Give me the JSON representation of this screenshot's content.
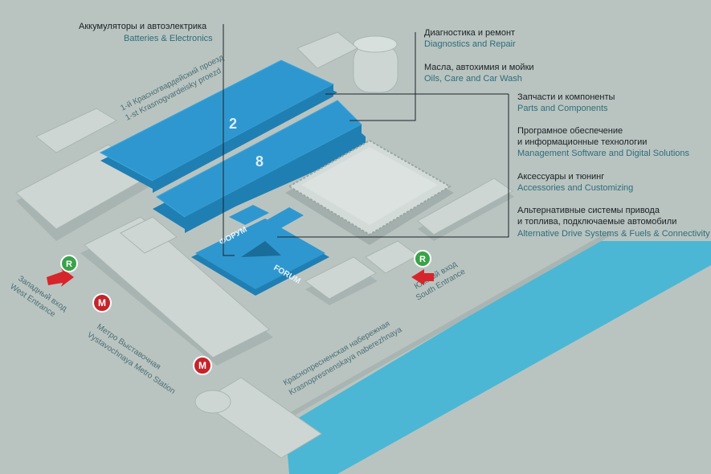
{
  "legend_labels": [
    {
      "ru": "Аккумуляторы и автоэлектрика",
      "en": "Batteries & Electronics"
    },
    {
      "ru": "Диагностика и ремонт",
      "en": "Diagnostics and Repair"
    },
    {
      "ru": "Масла, автохимия и мойки",
      "en": "Oils, Care and Car Wash"
    },
    {
      "ru": "Запчасти и компоненты",
      "en": "Parts and Components"
    },
    {
      "ru": "Програмное обеспечение",
      "ru2": "и информационные технологии",
      "en": "Management Software and Digital Solutions"
    },
    {
      "ru": "Аксессуары и тюнинг",
      "en": "Accessories and Customizing"
    },
    {
      "ru": "Альтернативные системы привода",
      "ru2": "и топлива, подключаемые автомобили",
      "en": "Alternative Drive Systems & Fuels & Connectivity"
    }
  ],
  "halls": {
    "hall_2": "2",
    "hall_8": "8"
  },
  "forum": {
    "ru": "ФОРУМ",
    "en": "FORUM"
  },
  "streets": {
    "proezd_ru": "1-й Красногвардейский проезд",
    "proezd_en": "1-st Krasnogvardeisky proezd",
    "naberezhnaya_ru": "Краснопресненская набережная",
    "naberezhnaya_en": "Krasnopresnenskaya naberezhnaya",
    "metro_ru": "Метро Выставочная",
    "metro_en": "Vystavochnaya Metro Station"
  },
  "entrances": {
    "west_ru": "Западный вход",
    "west_en": "West Entrance",
    "south_ru": "Южный вход",
    "south_en": "South Entrance"
  },
  "markers": {
    "parking": "R",
    "metro": "M"
  },
  "colors": {
    "background": "#b9c4c1",
    "hall": "#2f97cf",
    "parking": "#3aa24a",
    "metro": "#c4242a",
    "arrow": "#d6262b",
    "river": "#3fb6d6"
  }
}
